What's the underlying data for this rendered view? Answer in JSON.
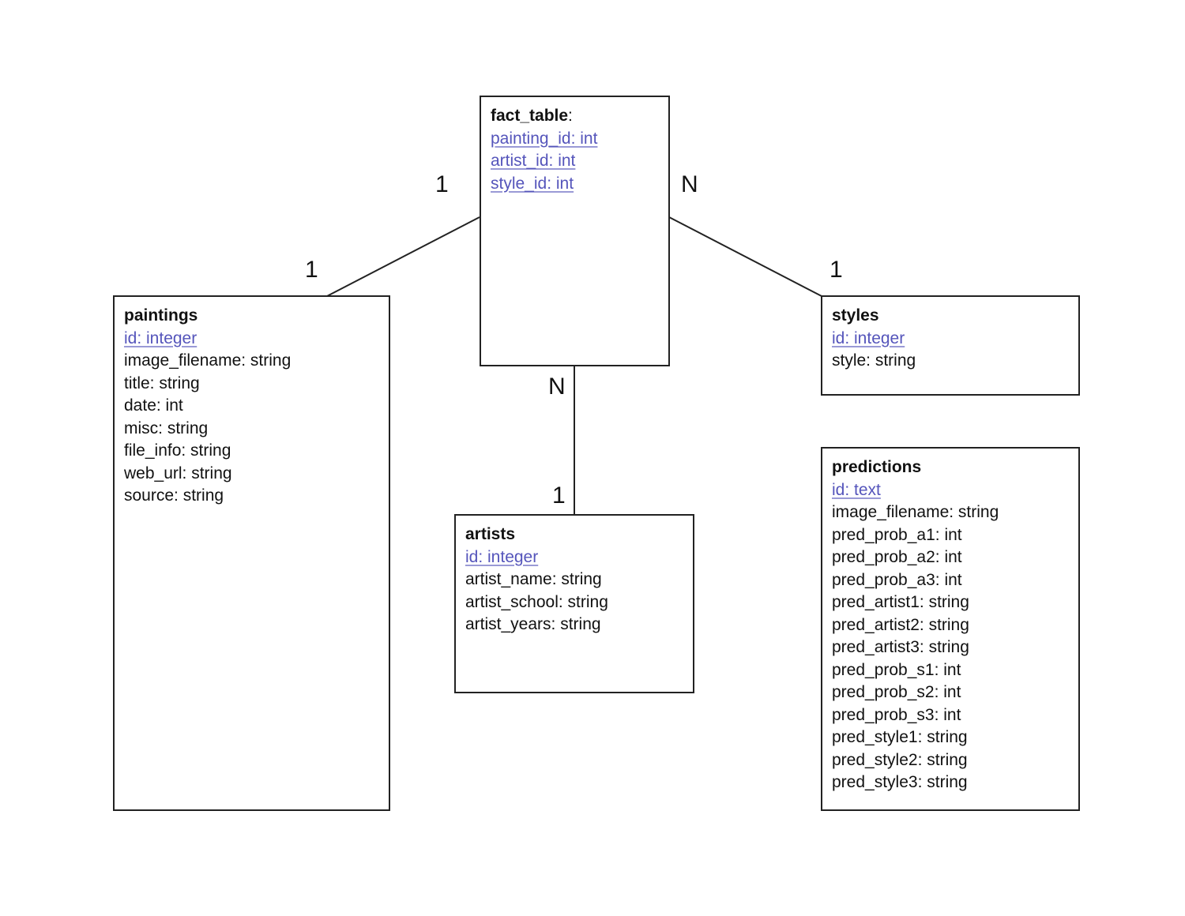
{
  "entities": {
    "fact_table": {
      "title": "fact_table",
      "title_suffix": ":",
      "fields": [
        "painting_id: int",
        "artist_id: int",
        "style_id: int"
      ]
    },
    "paintings": {
      "title": "paintings",
      "key_field": "id: integer",
      "fields": [
        "image_filename: string",
        "title: string",
        "date: int",
        "misc: string",
        "file_info: string",
        "web_url: string",
        "source: string"
      ]
    },
    "artists": {
      "title": "artists",
      "key_field": "id: integer",
      "fields": [
        "artist_name: string",
        "artist_school: string",
        "artist_years: string"
      ]
    },
    "styles": {
      "title": "styles",
      "key_field": "id: integer",
      "fields": [
        "style: string"
      ]
    },
    "predictions": {
      "title": "predictions",
      "key_field": "id: text",
      "fields": [
        "image_filename: string",
        "pred_prob_a1: int",
        "pred_prob_a2: int",
        "pred_prob_a3: int",
        "pred_artist1: string",
        "pred_artist2: string",
        "pred_artist3: string",
        "pred_prob_s1: int",
        "pred_prob_s2: int",
        "pred_prob_s3: int",
        "pred_style1: string",
        "pred_style2: string",
        "pred_style3: string"
      ]
    }
  },
  "relationships": {
    "fact_paintings": {
      "fact_side": "1",
      "entity_side": "1"
    },
    "fact_styles": {
      "fact_side": "N",
      "entity_side": "1"
    },
    "fact_artists": {
      "fact_side": "N",
      "entity_side": "1"
    }
  },
  "colors": {
    "key_field": "#5555bb",
    "border": "#222222",
    "text": "#111111"
  }
}
